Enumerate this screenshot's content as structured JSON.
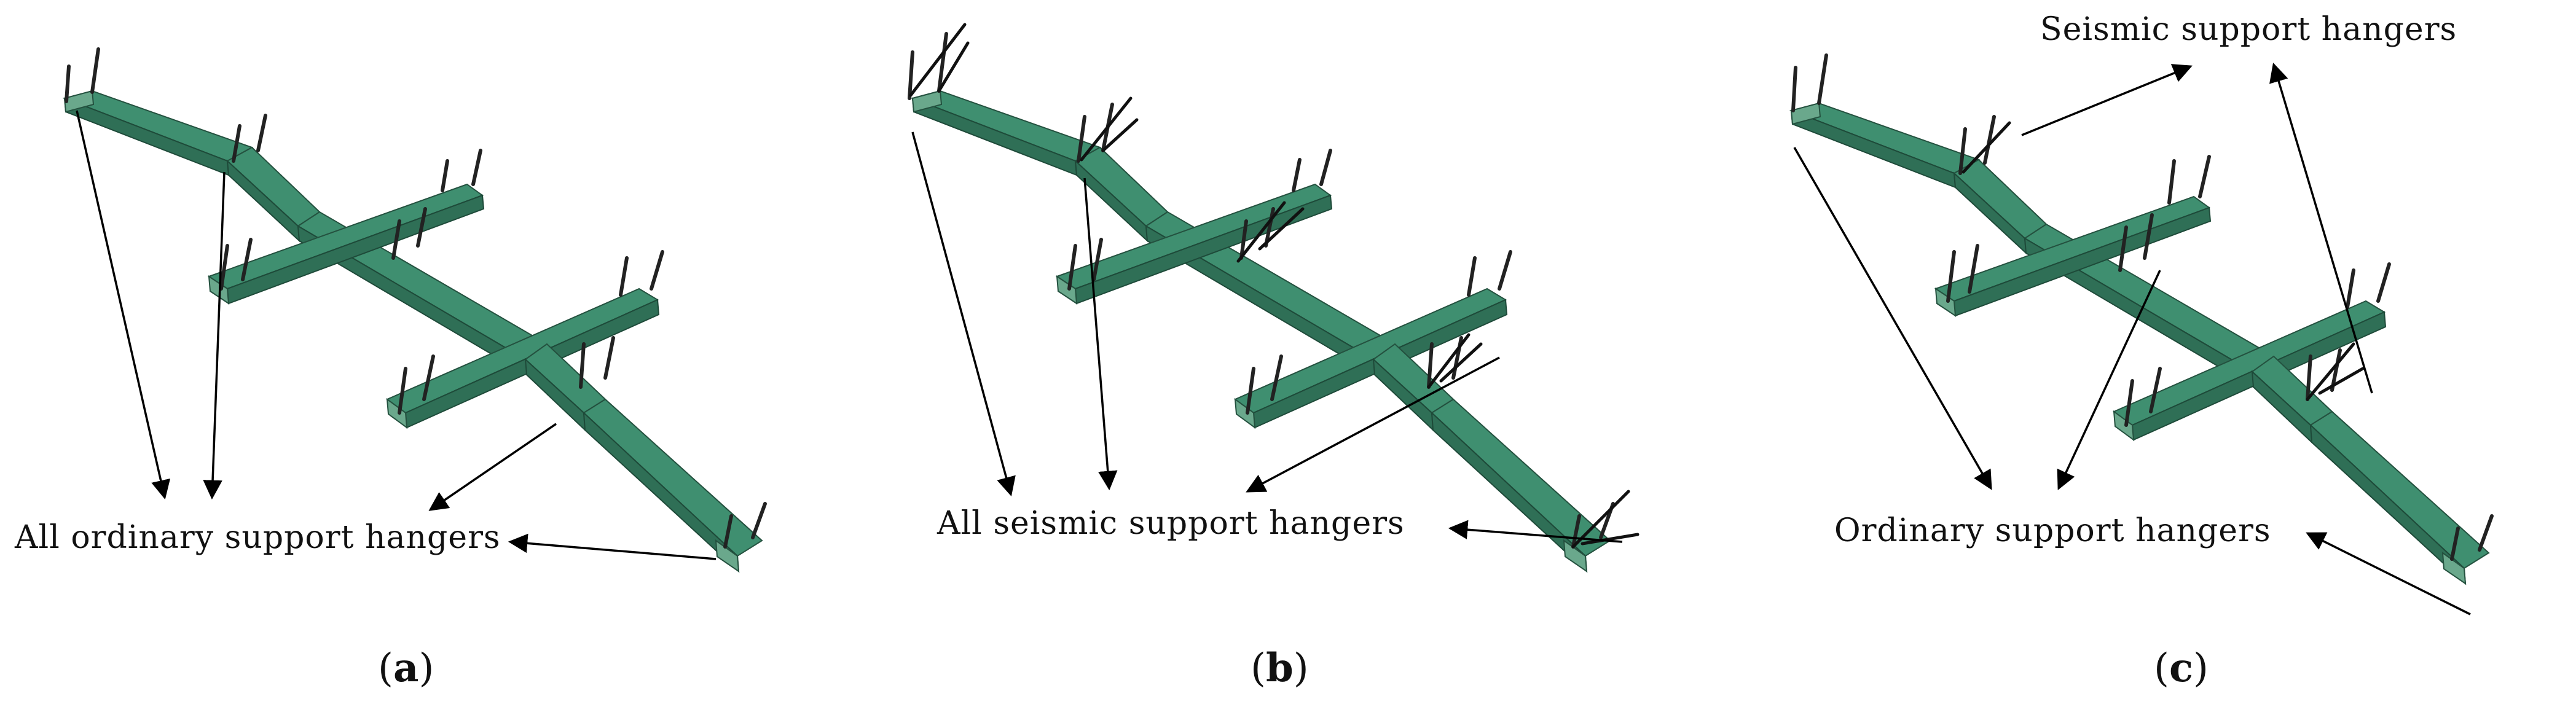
{
  "figure": {
    "panels": [
      {
        "id": "a",
        "caption_letter": "a",
        "labels": [
          "All ordinary support hangers"
        ]
      },
      {
        "id": "b",
        "caption_letter": "b",
        "labels": [
          "All seismic support hangers"
        ]
      },
      {
        "id": "c",
        "caption_letter": "c",
        "labels": [
          "Seismic support hangers",
          "Ordinary support hangers"
        ]
      }
    ]
  },
  "colors": {
    "duct": "#3f8f70",
    "duct_shadow": "#2f6f56",
    "hanger": "#222222",
    "arrow": "#000000"
  }
}
